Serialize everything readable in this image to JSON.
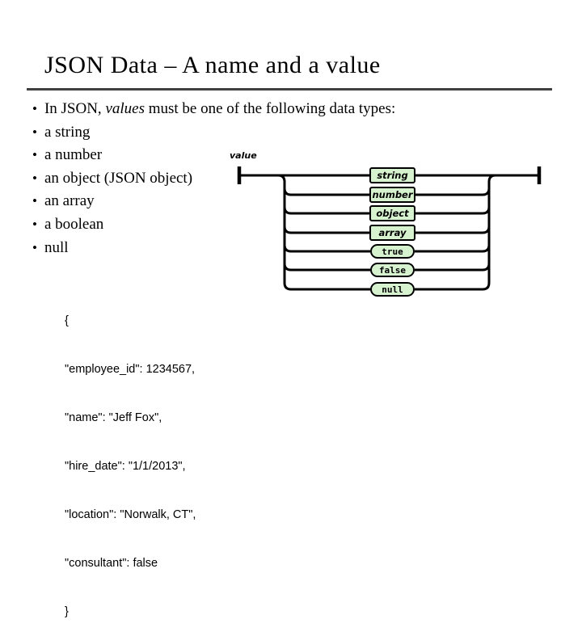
{
  "slide": {
    "title": "JSON Data – A name and a value"
  },
  "bullets": {
    "intro": {
      "pre": "In JSON, ",
      "em": "values",
      "post": " must be one of the following data types:"
    },
    "items": [
      "a string",
      "a number",
      "an object (JSON object)",
      "an array",
      "a boolean",
      "null"
    ]
  },
  "diagram": {
    "label": "value",
    "branches": [
      {
        "label": "string",
        "shape": "rect"
      },
      {
        "label": "number",
        "shape": "rect"
      },
      {
        "label": "object",
        "shape": "rect"
      },
      {
        "label": "array",
        "shape": "rect"
      },
      {
        "label": "true",
        "shape": "pill"
      },
      {
        "label": "false",
        "shape": "pill"
      },
      {
        "label": "null",
        "shape": "pill"
      }
    ]
  },
  "code": {
    "lines": [
      "{",
      "\"employee_id\": 1234567,",
      "\"name\": \"Jeff Fox\",",
      "\"hire_date\": \"1/1/2013\",",
      "\"location\": \"Norwalk, CT\",",
      "\"consultant\": false",
      "}"
    ]
  },
  "colors": {
    "node_fill": "#d6f2cf",
    "rule": "#404040",
    "line": "#000000"
  }
}
